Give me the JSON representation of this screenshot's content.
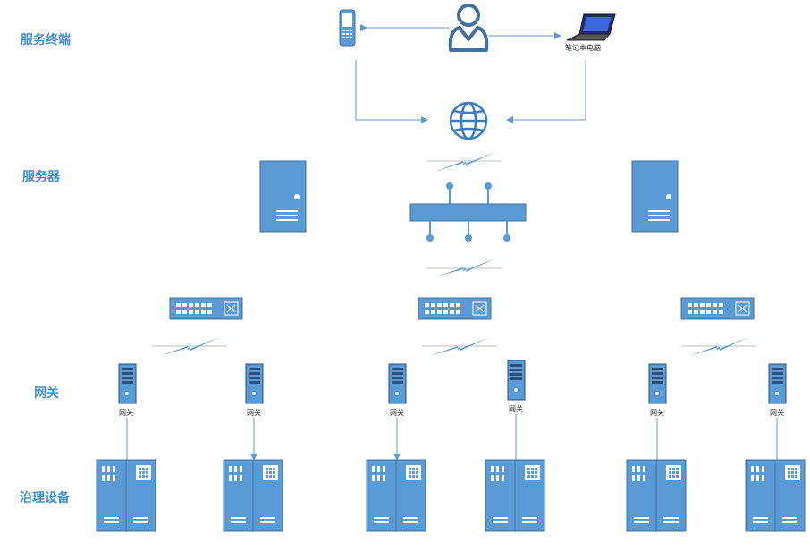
{
  "labels": {
    "terminals": "服务终端",
    "servers": "服务器",
    "gateways": "网关",
    "devices": "治理设备"
  },
  "nodes": {
    "laptop": "笔记本电脑",
    "gateway": "网关"
  },
  "colors": {
    "primary": "#5b9bd5",
    "stroke": "#41719c",
    "label": "#3f8fd2",
    "line": "#5b9bd5"
  },
  "icons": {
    "phone": "mobile-phone-icon",
    "user": "user-icon",
    "laptop": "laptop-icon",
    "internet": "globe-icon",
    "server": "server-icon",
    "hub": "network-hub-icon",
    "switch": "network-switch-icon",
    "gateway": "tower-server-icon",
    "cabinet": "equipment-cabinet-icon",
    "wireless": "lightning-link-icon"
  }
}
